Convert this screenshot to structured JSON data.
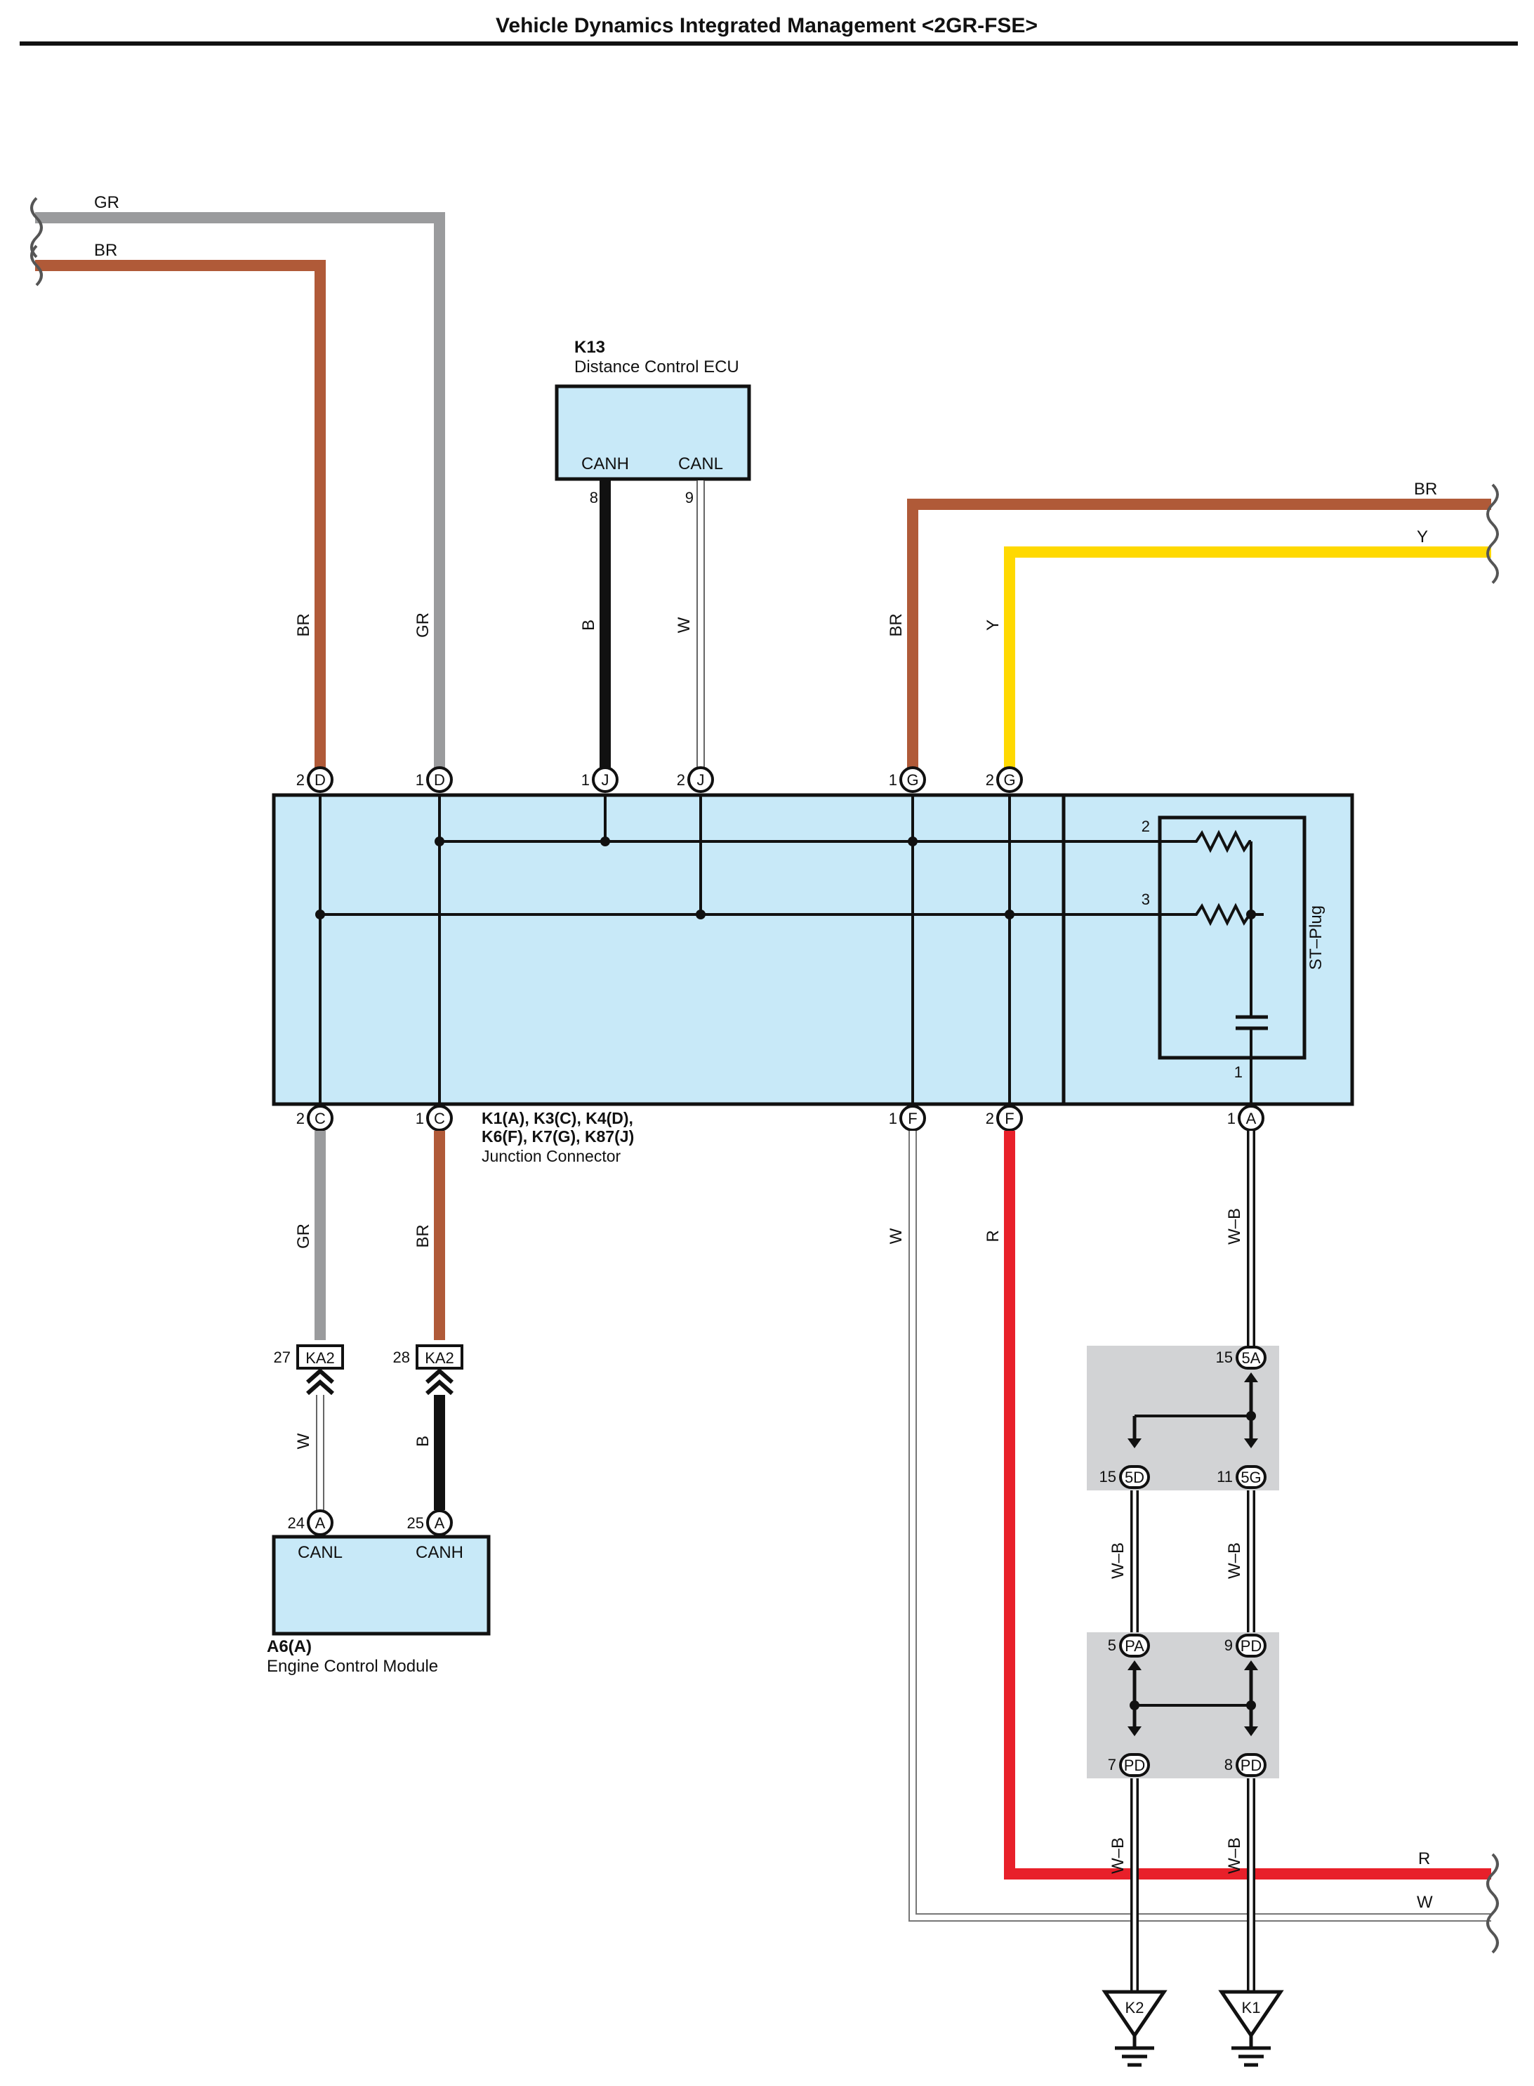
{
  "title": "Vehicle Dynamics Integrated Management <2GR-FSE>",
  "colors": {
    "GR": "#9a9b9d",
    "BR": "#b05a38",
    "Y": "#ffd900",
    "R": "#e8202a",
    "B": "#111111",
    "box_fill": "#c8e9f8",
    "splice_fill": "#d2d3d5"
  },
  "left_wires": {
    "gr": "GR",
    "br": "BR"
  },
  "right_wires": {
    "br": "BR",
    "y": "Y",
    "r": "R",
    "w": "W"
  },
  "k13": {
    "id": "K13",
    "name": "Distance Control ECU",
    "pin_canh": "CANH",
    "pin_canl": "CANL",
    "num_canh": "8",
    "num_canl": "9",
    "wire_canh": "B",
    "wire_canl": "W"
  },
  "junction": {
    "ids_line1": "K1(A), K3(C), K4(D),",
    "ids_line2": "K6(F), K7(G), K87(J)",
    "name": "Junction Connector",
    "stplug": "ST–Plug",
    "res_pin_2": "2",
    "res_pin_3": "3",
    "cap_pin_1": "1",
    "top_terminals": [
      {
        "num": "2",
        "letter": "D",
        "wire": "BR"
      },
      {
        "num": "1",
        "letter": "D",
        "wire": "GR"
      },
      {
        "num": "1",
        "letter": "J",
        "wire": ""
      },
      {
        "num": "2",
        "letter": "J",
        "wire": ""
      },
      {
        "num": "1",
        "letter": "G",
        "wire": "BR"
      },
      {
        "num": "2",
        "letter": "G",
        "wire": "Y"
      }
    ],
    "bottom_terminals": [
      {
        "num": "2",
        "letter": "C",
        "wire": "GR"
      },
      {
        "num": "1",
        "letter": "C",
        "wire": "BR"
      },
      {
        "num": "1",
        "letter": "F",
        "wire": "W"
      },
      {
        "num": "2",
        "letter": "F",
        "wire": "R"
      },
      {
        "num": "1",
        "letter": "A",
        "wire": "W–B"
      }
    ]
  },
  "ka2": [
    {
      "num": "27",
      "label": "KA2",
      "lower_wire": "W"
    },
    {
      "num": "28",
      "label": "KA2",
      "lower_wire": "B"
    }
  ],
  "ecm": {
    "id": "A6(A)",
    "name": "Engine Control Module",
    "pin_canl": "CANL",
    "pin_canh": "CANH",
    "num_canl": "24",
    "num_canh": "25",
    "letter": "A"
  },
  "splices": {
    "top": [
      {
        "num": "15",
        "label": "5A"
      },
      {
        "num": "15",
        "label": "5D"
      },
      {
        "num": "11",
        "label": "5G"
      }
    ],
    "bottom": [
      {
        "num": "5",
        "label": "PA"
      },
      {
        "num": "9",
        "label": "PD"
      },
      {
        "num": "7",
        "label": "PD"
      },
      {
        "num": "8",
        "label": "PD"
      }
    ],
    "wire_label": "W–B"
  },
  "grounds": [
    {
      "label": "K2"
    },
    {
      "label": "K1"
    }
  ]
}
